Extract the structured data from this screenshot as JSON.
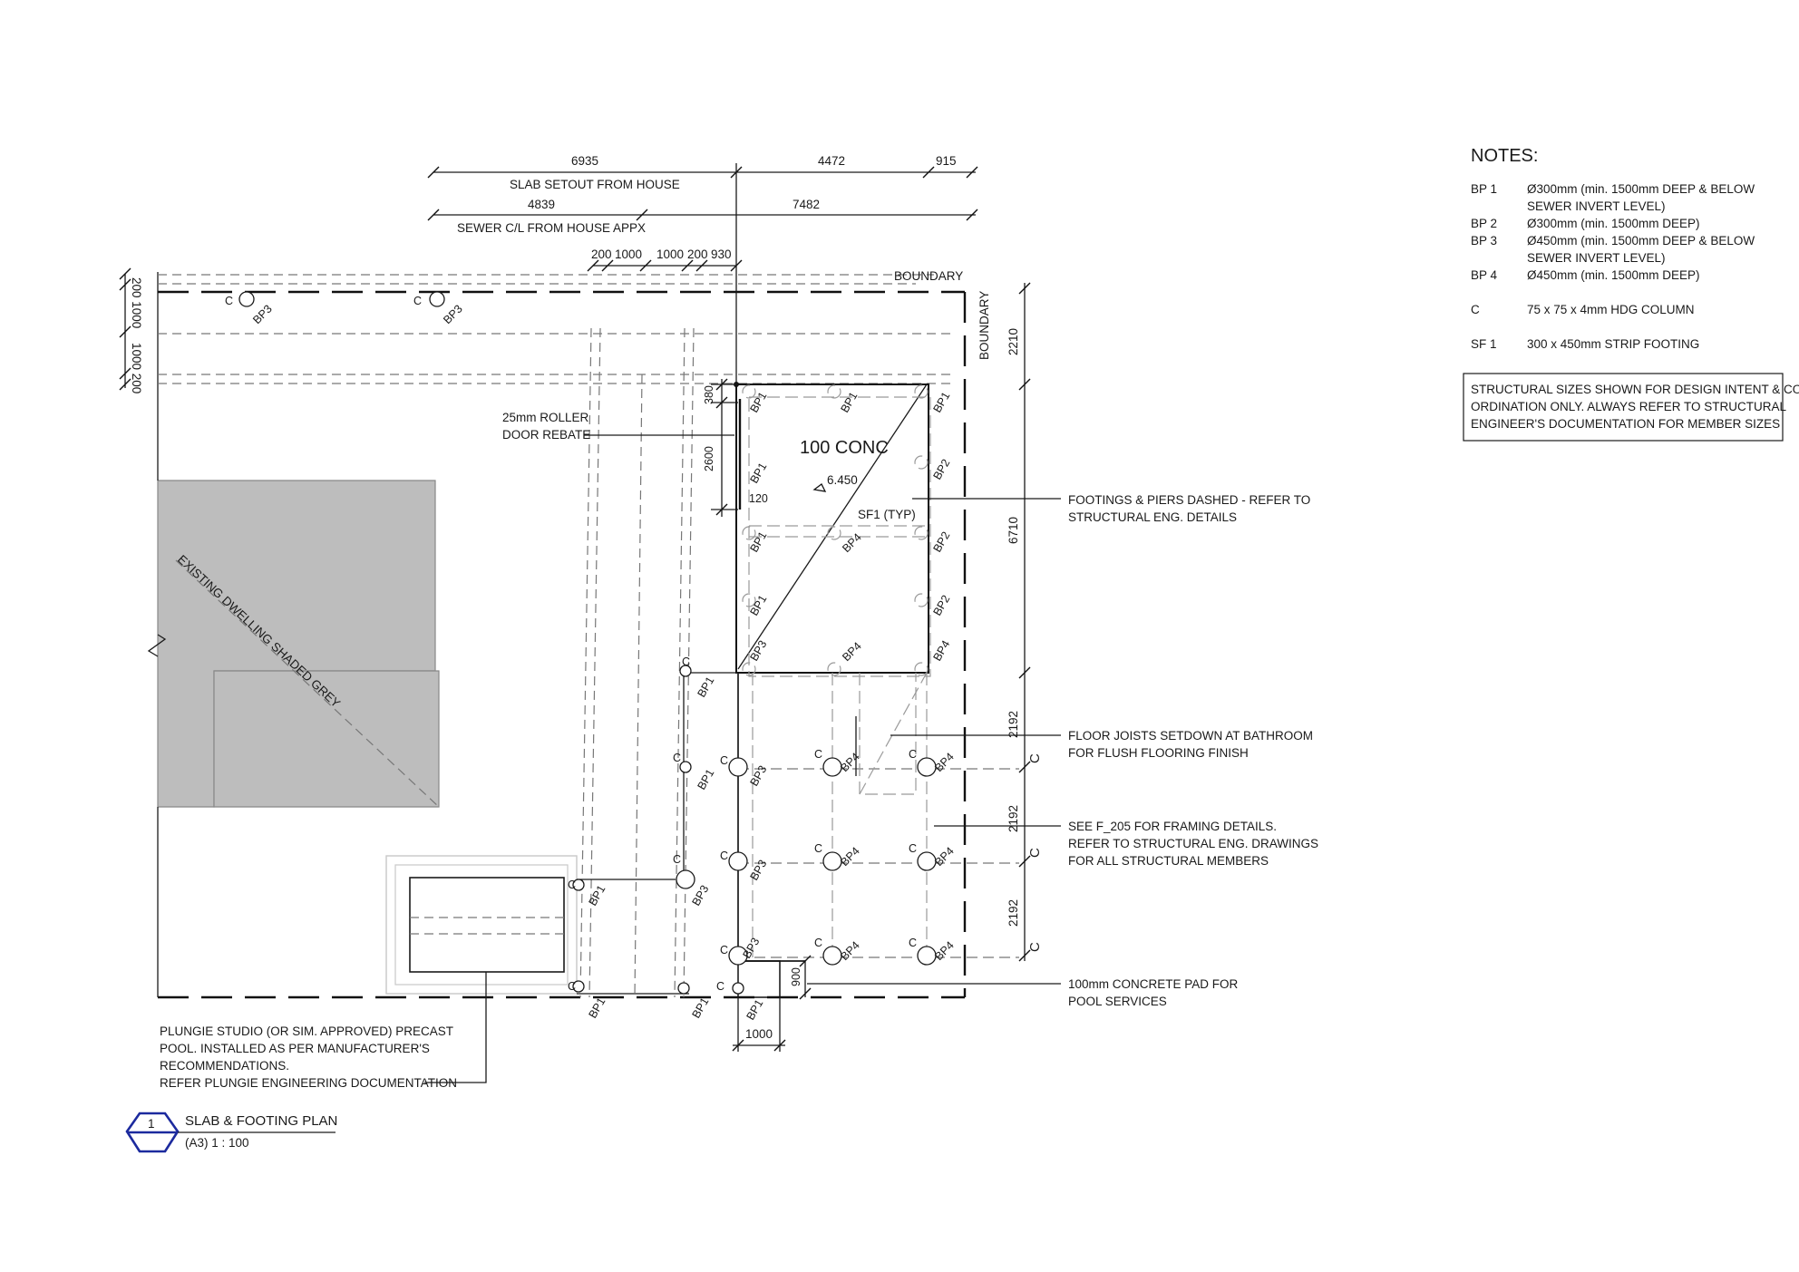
{
  "notes": {
    "title": "NOTES:",
    "items": [
      {
        "code": "BP 1",
        "line1": "Ø300mm (min. 1500mm DEEP & BELOW",
        "line2": "SEWER INVERT LEVEL)"
      },
      {
        "code": "BP 2",
        "line1": "Ø300mm (min. 1500mm DEEP)",
        "line2": ""
      },
      {
        "code": "BP 3",
        "line1": "Ø450mm (min. 1500mm DEEP & BELOW",
        "line2": "SEWER INVERT LEVEL)"
      },
      {
        "code": "BP 4",
        "line1": "Ø450mm (min. 1500mm DEEP)",
        "line2": ""
      },
      {
        "code": "C",
        "line1": "75 x 75 x 4mm HDG COLUMN",
        "line2": ""
      },
      {
        "code": "SF 1",
        "line1": "300 x 450mm STRIP FOOTING",
        "line2": ""
      }
    ],
    "box_lines": [
      "STRUCTURAL SIZES SHOWN FOR DESIGN INTENT & CO-",
      "ORDINATION ONLY. ALWAYS REFER TO STRUCTURAL",
      "ENGINEER'S DOCUMENTATION FOR MEMBER SIZES"
    ]
  },
  "dimensions": {
    "d6935": "6935",
    "d4472": "4472",
    "d915": "915",
    "slab_setout": "SLAB SETOUT FROM HOUSE",
    "d4839": "4839",
    "d7482": "7482",
    "sewer": "SEWER C/L FROM HOUSE APPX",
    "d200a": "200",
    "d1000a": "1000",
    "d1000b": "1000",
    "d200b": "200",
    "d930": "930",
    "left_stack": "200 1000",
    "left_stack2": "1000 200",
    "d2210": "2210",
    "d6710": "6710",
    "d2192a": "2192",
    "d2192b": "2192",
    "d2192c": "2192",
    "d380": "380",
    "d2600": "2600",
    "d120": "120",
    "d900": "900",
    "d1000c": "1000"
  },
  "labels": {
    "boundary_top": "BOUNDARY",
    "boundary_right": "BOUNDARY",
    "existing_dwelling": "EXISTING DWELLING SHADED GREY",
    "slab": "100 CONC",
    "level": "6.450",
    "sf1": "SF1 (TYP)",
    "roller_1": "25mm ROLLER",
    "roller_2": "DOOR REBATE",
    "footings_1": "FOOTINGS & PIERS DASHED - REFER TO",
    "footings_2": "STRUCTURAL ENG. DETAILS",
    "joists_1": "FLOOR JOISTS SETDOWN AT BATHROOM",
    "joists_2": "FOR FLUSH FLOORING FINISH",
    "seef_1": "SEE F_205 FOR FRAMING DETAILS.",
    "seef_2": "REFER TO STRUCTURAL ENG. DRAWINGS",
    "seef_3": "FOR ALL STRUCTURAL MEMBERS",
    "pad_1": "100mm CONCRETE PAD FOR",
    "pad_2": "POOL SERVICES",
    "pool_1": "PLUNGIE STUDIO (OR SIM. APPROVED) PRECAST",
    "pool_2": "POOL. INSTALLED AS PER MANUFACTURER'S",
    "pool_3": "RECOMMENDATIONS.",
    "pool_4": "REFER PLUNGIE ENGINEERING DOCUMENTATION",
    "cl": "C"
  },
  "title_block": {
    "number": "1",
    "title": "SLAB & FOOTING PLAN",
    "scale": "(A3)   1 : 100"
  },
  "piers": {
    "c": "C",
    "bp1": "BP1",
    "bp2": "BP2",
    "bp3": "BP3",
    "bp4": "BP4"
  },
  "colors": {
    "ink": "#1a1a1a",
    "house_fill": "#bdbdbd",
    "title_symbol": "#1c2a9e"
  }
}
